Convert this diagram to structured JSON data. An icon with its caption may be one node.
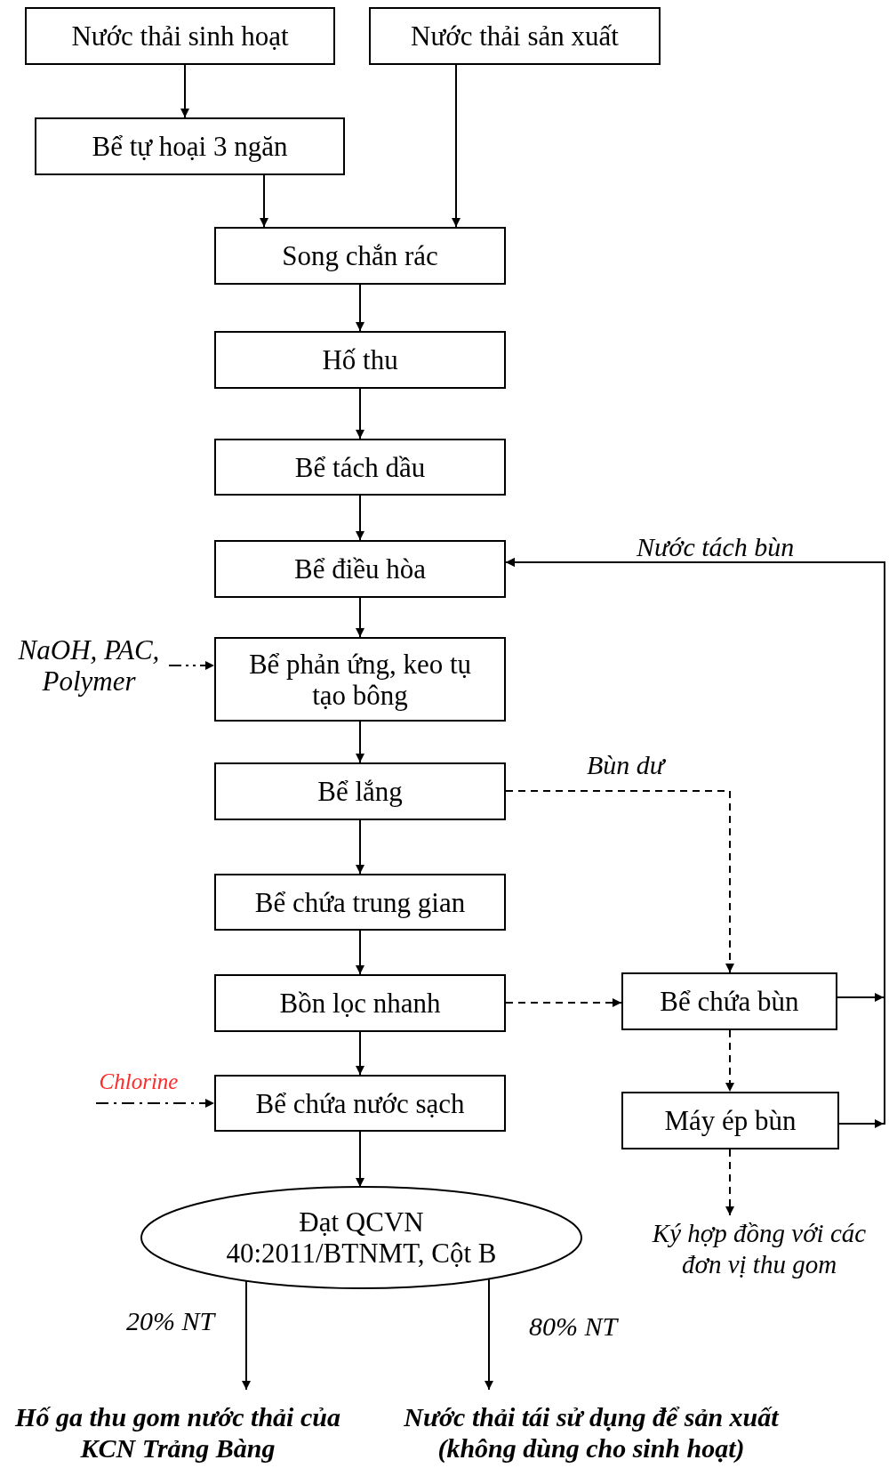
{
  "diagram": {
    "nodes": [
      {
        "text": [
          "Nước thải sinh hoạt"
        ]
      },
      {
        "text": [
          "Nước thải sản xuất"
        ]
      },
      {
        "text": [
          "Bể tự hoại 3 ngăn"
        ]
      },
      {
        "text": [
          "Song chắn rác"
        ]
      },
      {
        "text": [
          "Hố thu"
        ]
      },
      {
        "text": [
          "Bể tách dầu"
        ]
      },
      {
        "text": [
          "Bể điều hòa"
        ]
      },
      {
        "text": [
          "Bể phản ứng, keo tụ tạo bông"
        ]
      },
      {
        "text": [
          "Bể lắng"
        ]
      },
      {
        "text": [
          "Bể chứa trung gian"
        ]
      },
      {
        "text": [
          "Bồn lọc nhanh"
        ]
      },
      {
        "text": [
          "Bể chứa nước sạch"
        ]
      },
      {
        "text": [
          "Đạt QCVN 40:2011/BTNMT, Cột B"
        ]
      },
      {
        "text": [
          "Bể chứa bùn"
        ]
      },
      {
        "text": [
          "Máy ép bùn"
        ]
      },
      {
        "text": [
          "NaOH, PAC, Polymer"
        ]
      },
      {
        "text": [
          "Chlorine"
        ]
      },
      {
        "text": [
          "Ký hợp đồng với các đơn vị thu gom"
        ]
      },
      {
        "text": [
          "Hố ga thu gom nước thải của KCN Trảng Bàng"
        ]
      },
      {
        "text": [
          "Nước thải tái sử dụng để sản xuất (không dùng cho sinh hoạt)"
        ]
      }
    ],
    "edges": [
      {
        "from": 0,
        "to": 2,
        "arrow": "to"
      },
      {
        "from": 1,
        "to": 3,
        "arrow": "to"
      },
      {
        "from": 2,
        "to": 3,
        "arrow": "to"
      },
      {
        "from": 3,
        "to": 4,
        "arrow": "to"
      },
      {
        "from": 4,
        "to": 5,
        "arrow": "to"
      },
      {
        "from": 5,
        "to": 6,
        "arrow": "to"
      },
      {
        "from": 6,
        "to": 7,
        "arrow": "to"
      },
      {
        "from": 7,
        "to": 8,
        "arrow": "to"
      },
      {
        "from": 8,
        "to": 9,
        "arrow": "to"
      },
      {
        "from": 9,
        "to": 10,
        "arrow": "to"
      },
      {
        "from": 10,
        "to": 11,
        "arrow": "to"
      },
      {
        "from": 11,
        "to": 12,
        "arrow": "to"
      },
      {
        "from": 15,
        "to": 7,
        "arrow": "to",
        "style": "dashed"
      },
      {
        "from": 16,
        "to": 11,
        "arrow": "to",
        "style": "dashed"
      },
      {
        "from": 8,
        "to": 13,
        "arrow": "to",
        "style": "dashed",
        "label": "Bùn dư"
      },
      {
        "from": 10,
        "to": 13,
        "arrow": "to",
        "style": "dashed"
      },
      {
        "from": 13,
        "to": 14,
        "arrow": "to",
        "style": "dashed"
      },
      {
        "from": 14,
        "to": 17,
        "arrow": "to",
        "style": "dashed"
      },
      {
        "from": 13,
        "to": 6,
        "arrow": "to",
        "label": "Nước tách bùn"
      },
      {
        "from": 14,
        "to": 6,
        "arrow": "to"
      },
      {
        "from": 12,
        "to": 18,
        "arrow": "to",
        "label": "20% NT"
      },
      {
        "from": 12,
        "to": 19,
        "arrow": "to",
        "label": "80% NT"
      }
    ]
  }
}
